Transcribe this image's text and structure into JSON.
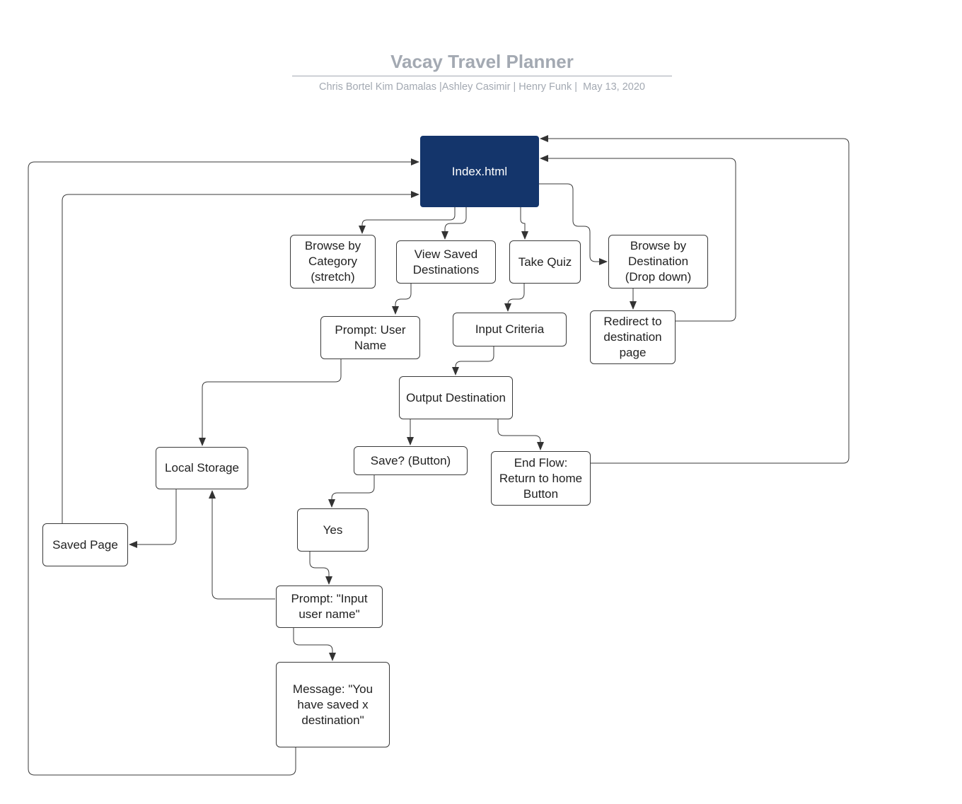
{
  "header": {
    "title": "Vacay Travel Planner",
    "subtitle": "Chris Bortel Kim Damalas |Ashley Casimir | Henry Funk |  May 13, 2020"
  },
  "nodes": {
    "index": "Index.html",
    "browse_category": "Browse by Category (stretch)",
    "view_saved": "View Saved Destinations",
    "take_quiz": "Take Quiz",
    "browse_destination": "Browse by Destination (Drop down)",
    "redirect": "Redirect to destination page",
    "prompt_user_name": "Prompt: User Name",
    "input_criteria": "Input Criteria",
    "output_destination": "Output Destination",
    "local_storage": "Local Storage",
    "save_button": "Save? (Button)",
    "end_flow": "End Flow: Return to home Button",
    "saved_page": "Saved Page",
    "yes": "Yes",
    "prompt_input_user_name": "Prompt: \"Input user name\"",
    "message": "Message: \"You have saved x destination\""
  },
  "colors": {
    "primary_node": "#14356b",
    "line": "#3a3a3a",
    "title": "#a3a9b2"
  }
}
